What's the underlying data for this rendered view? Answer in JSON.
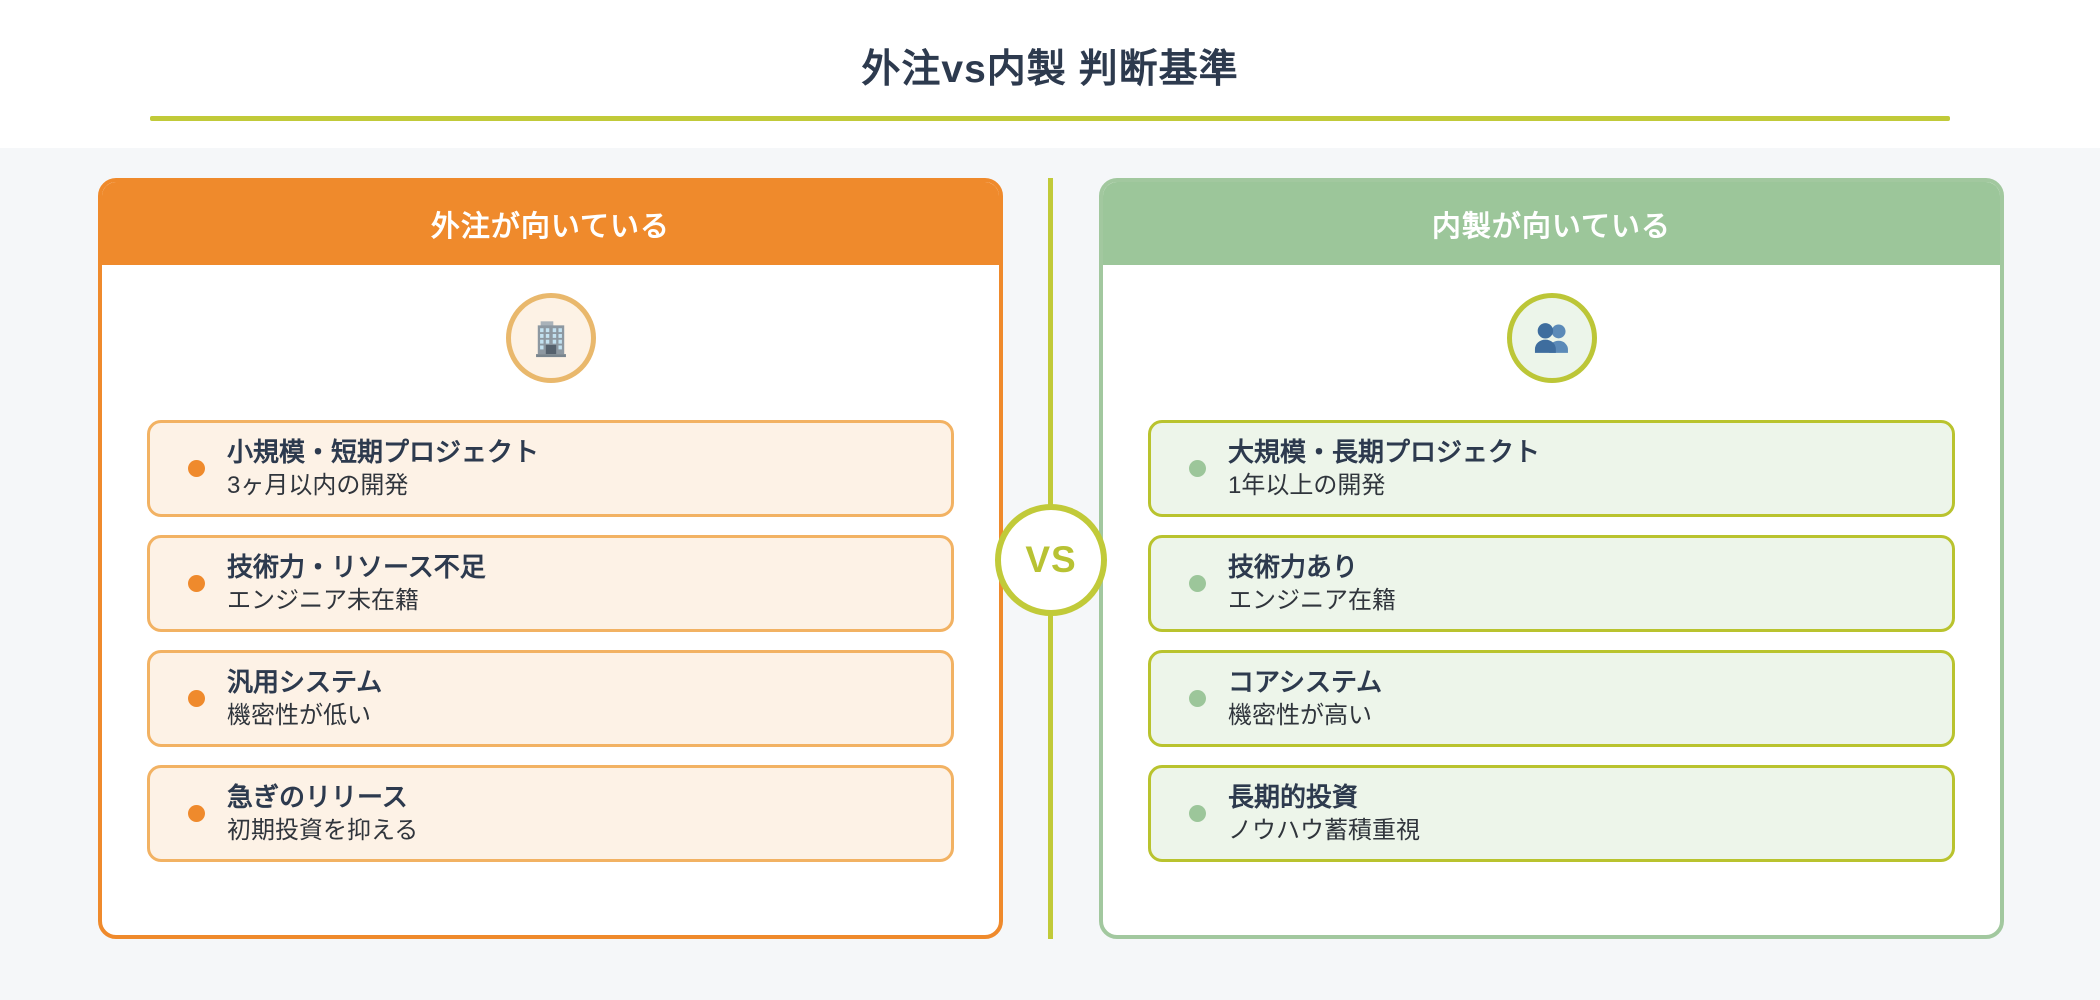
{
  "title": "外注vs内製 判断基準",
  "vs_label": "VS",
  "icons": {
    "outsource": "building-icon",
    "inhouse": "people-icon"
  },
  "colors": {
    "accent_yellow_green": "#c1ca39",
    "outsource_orange": "#ef8a2c",
    "outsource_card_bg": "#fdf2e6",
    "outsource_card_border": "#f2b263",
    "inhouse_sage": "#9cc69a",
    "inhouse_card_bg": "#edf5ea",
    "inhouse_card_border": "#b9c32e",
    "heading_text": "#2d3a4e",
    "content_bg": "#f5f7f9"
  },
  "panels": {
    "outsource": {
      "title": "外注が向いている",
      "items": [
        {
          "title": "小規模・短期プロジェクト",
          "subtitle": "3ヶ月以内の開発"
        },
        {
          "title": "技術力・リソース不足",
          "subtitle": "エンジニア未在籍"
        },
        {
          "title": "汎用システム",
          "subtitle": "機密性が低い"
        },
        {
          "title": "急ぎのリリース",
          "subtitle": "初期投資を抑える"
        }
      ]
    },
    "inhouse": {
      "title": "内製が向いている",
      "items": [
        {
          "title": "大規模・長期プロジェクト",
          "subtitle": "1年以上の開発"
        },
        {
          "title": "技術力あり",
          "subtitle": "エンジニア在籍"
        },
        {
          "title": "コアシステム",
          "subtitle": "機密性が高い"
        },
        {
          "title": "長期的投資",
          "subtitle": "ノウハウ蓄積重視"
        }
      ]
    }
  }
}
